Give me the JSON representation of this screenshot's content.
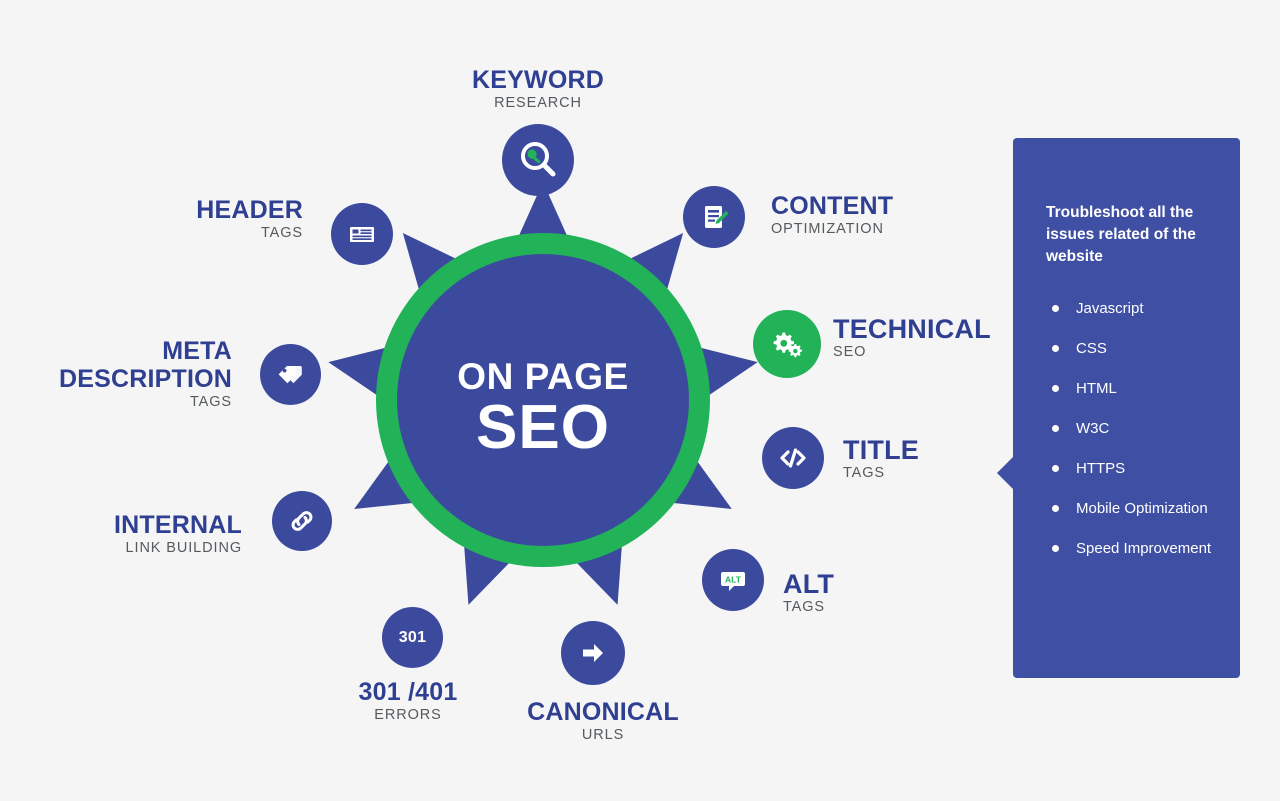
{
  "canvas": {
    "background_color": "#f5f5f5",
    "accent_blue": "#3c4a9e",
    "accent_green": "#22b358",
    "label_blue": "#2f3f92",
    "label_gray": "#555a5e"
  },
  "hub": {
    "line1": "ON PAGE",
    "line2": "SEO",
    "ring_color": "#22b358",
    "core_color": "#3c4a9e",
    "spike_color": "#3c4a9e",
    "spike_count": 9
  },
  "nodes": [
    {
      "id": "keyword-research",
      "primary": "KEYWORD",
      "secondary": "RESEARCH",
      "icon": "magnifier-key-icon",
      "icon_color": "#3c4a9e",
      "label_align": "center"
    },
    {
      "id": "content-optimization",
      "primary": "CONTENT",
      "secondary": "OPTIMIZATION",
      "icon": "document-pencil-icon",
      "icon_color": "#3c4a9e",
      "label_align": "left"
    },
    {
      "id": "technical-seo",
      "primary": "TECHNICAL",
      "secondary": "SEO",
      "icon": "gears-icon",
      "icon_color": "#22b358",
      "label_align": "left"
    },
    {
      "id": "title-tags",
      "primary": "TITLE",
      "secondary": "TAGS",
      "icon": "code-brackets-icon",
      "icon_color": "#3c4a9e",
      "label_align": "left"
    },
    {
      "id": "alt-tags",
      "primary": "ALT",
      "secondary": "TAGS",
      "icon": "alt-speech-bubble-icon",
      "icon_color": "#3c4a9e",
      "label_align": "left"
    },
    {
      "id": "canonical-urls",
      "primary": "CANONICAL",
      "secondary": "URLS",
      "icon": "arrow-right-icon",
      "icon_color": "#3c4a9e",
      "label_align": "center"
    },
    {
      "id": "errors-301-401",
      "primary": "301 /401",
      "secondary": "ERRORS",
      "icon": "301-badge-icon",
      "icon_text": "301",
      "icon_color": "#3c4a9e",
      "label_align": "center"
    },
    {
      "id": "internal-link-building",
      "primary": "INTERNAL",
      "secondary": "LINK BUILDING",
      "icon": "chain-link-icon",
      "icon_color": "#3c4a9e",
      "label_align": "right"
    },
    {
      "id": "meta-description-tags",
      "primary_line1": "META",
      "primary_line2": "DESCRIPTION",
      "secondary": "TAGS",
      "icon": "price-tags-icon",
      "icon_color": "#3c4a9e",
      "label_align": "right"
    },
    {
      "id": "header-tags",
      "primary": "HEADER",
      "secondary": "TAGS",
      "icon": "header-layout-icon",
      "icon_color": "#3c4a9e",
      "label_align": "right"
    }
  ],
  "panel": {
    "background_color": "#3f4fa3",
    "heading": "Troubleshoot all the issues related of the website",
    "items": [
      "Javascript",
      "CSS",
      "HTML",
      "W3C",
      "HTTPS",
      "Mobile Optimization",
      "Speed Improvement"
    ]
  }
}
